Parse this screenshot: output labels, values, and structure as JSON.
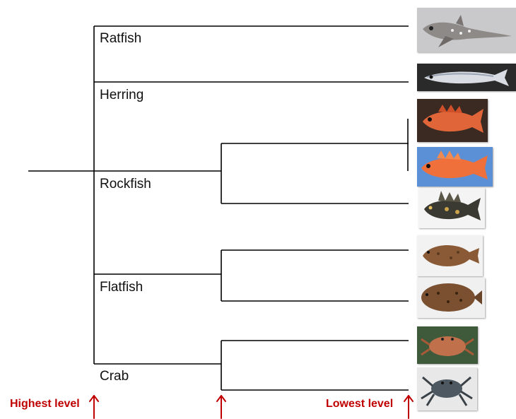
{
  "groups": {
    "ratfish": "Ratfish",
    "herring": "Herring",
    "rockfish": "Rockfish",
    "flatfish": "Flatfish",
    "crab": "Crab"
  },
  "levels": {
    "highest": "Highest level",
    "lowest": "Lowest level"
  },
  "colors": {
    "line": "#000000",
    "accent": "#c00000"
  },
  "images": [
    {
      "name": "ratfish-photo",
      "subject": "ratfish"
    },
    {
      "name": "herring-photo",
      "subject": "herring"
    },
    {
      "name": "red-rockfish-photo",
      "subject": "red rockfish"
    },
    {
      "name": "orange-rockfish-photo",
      "subject": "orange rockfish"
    },
    {
      "name": "black-rockfish-photo",
      "subject": "dark spiny rockfish"
    },
    {
      "name": "flatfish-photo-1",
      "subject": "flatfish"
    },
    {
      "name": "flatfish-photo-2",
      "subject": "spotted flatfish"
    },
    {
      "name": "crab-photo-1",
      "subject": "red crab"
    },
    {
      "name": "crab-photo-2",
      "subject": "grey crab"
    }
  ]
}
